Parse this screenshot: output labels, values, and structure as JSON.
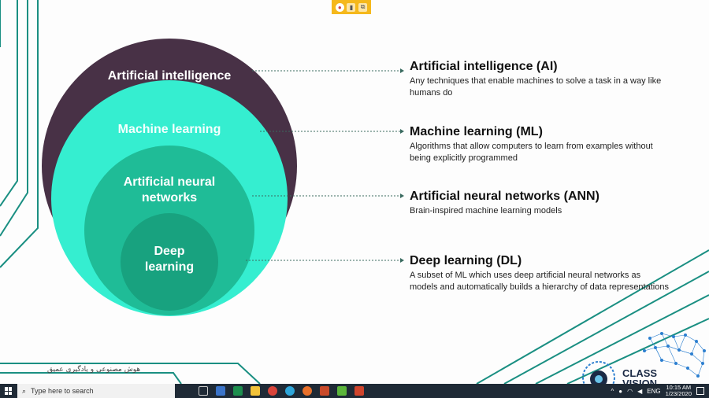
{
  "diagram": {
    "circles": [
      {
        "label": "Artificial intelligence",
        "color": "#483146"
      },
      {
        "label": "Machine learning",
        "color": "#35eed0"
      },
      {
        "label": "Artificial neural networks",
        "color": "#1fbc97"
      },
      {
        "label": "Deep learning",
        "color": "#18a27f"
      }
    ],
    "items": [
      {
        "head": "Artificial intelligence (AI)",
        "desc": "Any techniques that enable machines to solve a task in a way like humans do"
      },
      {
        "head": "Machine learning (ML)",
        "desc": "Algorithms that allow computers to learn from examples without being explicitly programmed"
      },
      {
        "head": "Artificial neural networks (ANN)",
        "desc": "Brain-inspired machine learning models"
      },
      {
        "head": "Deep learning (DL)",
        "desc": "A subset of ML which uses deep artificial neural networks as models and automatically builds a hierarchy of data representations"
      }
    ]
  },
  "branding": {
    "persian_caption": "هوش مصنوعی و یادگیری عمیق",
    "logo_text": "CLASS",
    "logo_text_2": "VISION"
  },
  "taskbar": {
    "search_placeholder": "Type here to search",
    "language": "ENG",
    "time": "10:15 AM",
    "date": "1/23/2020"
  },
  "colors": {
    "accent_teal": "#1a8f82",
    "ai_purple": "#483146",
    "taskbar": "#1f2a36"
  }
}
